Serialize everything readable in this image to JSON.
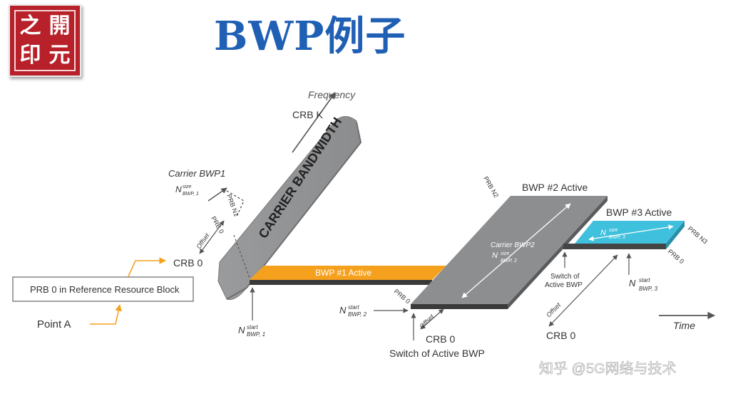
{
  "title": "BWP例子",
  "seal": {
    "chars": [
      "之",
      "開",
      "印",
      "元"
    ],
    "color": "#b8202a"
  },
  "watermark": "知乎 @5G网络与技术",
  "colors": {
    "bwp1": "#f5a11e",
    "bwp3": "#3fc0dc",
    "band": "#8d8e90",
    "arrow_orange": "#f5a11e"
  },
  "labels": {
    "frequency": "Frequency",
    "crb_k": "CRB K",
    "carrier_bandwidth": "CARRIER BANDWIDTH",
    "carrier_bwp1": "Carrier BWP1",
    "n_size_bwp1": "N",
    "n_size_bwp1_sup": "size",
    "n_size_bwp1_sub": "BWP, 1",
    "prb_n1": "PRB N1",
    "prb0_bwp1": "PRB 0",
    "offset1": "Offset",
    "crb0_main": "CRB 0",
    "prb0_ref": "PRB 0 in Reference Resource Block",
    "point_a": "Point A",
    "bwp1_active": "BWP #1 Active",
    "n_start_bwp1": "N",
    "n_start_bwp1_sup": "start",
    "n_start_bwp1_sub": "BWP, 1",
    "prb_n2": "PRB N2",
    "bwp2_active": "BWP #2 Active",
    "carrier_bwp2": "Carrier BWP2",
    "n_size_bwp2": "N",
    "n_size_bwp2_sup": "size",
    "n_size_bwp2_sub": "BWP, 2",
    "prb0_bwp2": "PRB 0",
    "n_start_bwp2": "N",
    "n_start_bwp2_sup": "start",
    "n_start_bwp2_sub": "BWP, 2",
    "offset2": "Offset",
    "crb0_2": "CRB 0",
    "switch_active_bwp": "Switch of Active BWP",
    "bwp3_active": "BWP #3 Active",
    "n_size_bwp3": "N",
    "n_size_bwp3_sup": "size",
    "n_size_bwp3_sub": "BWP, 3",
    "prb_n3": "PRB N3",
    "prb0_bwp3": "PRB 0",
    "switch_active_bwp_small_1": "Switch of",
    "switch_active_bwp_small_2": "Active BWP",
    "n_start_bwp3": "N",
    "n_start_bwp3_sup": "start",
    "n_start_bwp3_sub": "BWP, 3",
    "offset3": "Offset",
    "crb0_3": "CRB 0",
    "time": "Time"
  }
}
